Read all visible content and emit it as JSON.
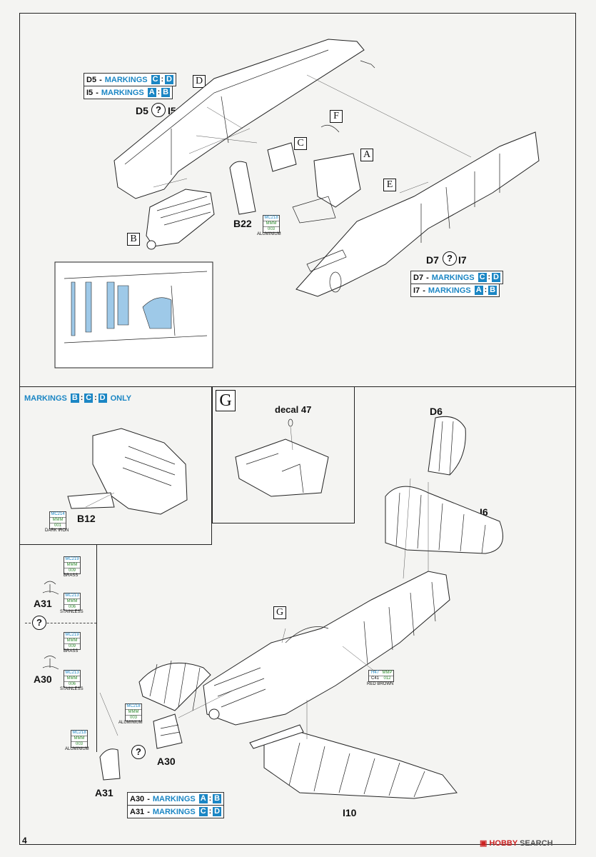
{
  "page": {
    "number": "4",
    "watermark_hobby": "HOBBY",
    "watermark_search": "SEARCH"
  },
  "top": {
    "markings_d5": {
      "code": "D5",
      "word": "MARKINGS",
      "l1": "C",
      "l2": "D"
    },
    "markings_i5": {
      "code": "I5",
      "word": "MARKINGS",
      "l1": "A",
      "l2": "B"
    },
    "label_d5": "D5",
    "label_i5": "I5",
    "box_d": "D",
    "box_f": "F",
    "box_c": "C",
    "box_a": "A",
    "box_e": "E",
    "box_b": "B",
    "part_b22": "B22",
    "b22_color": {
      "c1": "MC218",
      "c2": "MMM",
      "c3": "003",
      "name": "ALUMINIUM"
    },
    "label_d7": "D7",
    "label_i7": "I7",
    "markings_d7": {
      "code": "D7",
      "word": "MARKINGS",
      "l1": "C",
      "l2": "D"
    },
    "markings_i7": {
      "code": "I7",
      "word": "MARKINGS",
      "l1": "A",
      "l2": "B"
    }
  },
  "middle": {
    "markings_bcd": {
      "word": "MARKINGS",
      "l1": "B",
      "l2": "C",
      "l3": "D",
      "suffix": "ONLY"
    },
    "part_b12": "B12",
    "b12_color": {
      "c1": "MC214",
      "c2": "MMM",
      "c3": "001",
      "name": "DARK IRON"
    },
    "box_g": "G",
    "decal": "decal 47",
    "label_d6": "D6",
    "label_i6": "I6"
  },
  "bottom": {
    "a31_color1": {
      "c1": "MC219",
      "c2": "MMM",
      "c3": "009",
      "name": "BRASS"
    },
    "a31_color2": {
      "c1": "MC213",
      "c2": "MMM",
      "c3": "006",
      "name": "STAINLESS"
    },
    "part_a31_top": "A31",
    "a30_color1": {
      "c1": "MC219",
      "c2": "MMM",
      "c3": "009",
      "name": "BRASS"
    },
    "a30_color2": {
      "c1": "MC213",
      "c2": "MMM",
      "c3": "006",
      "name": "STAINLESS"
    },
    "part_a30_top": "A30",
    "box_g": "G",
    "red_brown": {
      "c1": "H47",
      "c2": "MMP",
      "c3": "C41",
      "c4": "012",
      "name": "RED BROWN"
    },
    "alu_1": {
      "c1": "MC218",
      "c2": "MMM",
      "c3": "003",
      "name": "ALUMINIUM"
    },
    "alu_2": {
      "c1": "MC218",
      "c2": "MMM",
      "c3": "003",
      "name": "ALUMINIUM"
    },
    "part_a30": "A30",
    "part_a31": "A31",
    "markings_a30": {
      "code": "A30",
      "word": "MARKINGS",
      "l1": "A",
      "l2": "B"
    },
    "markings_a31": {
      "code": "A31",
      "word": "MARKINGS",
      "l1": "C",
      "l2": "D"
    },
    "label_i10": "I10"
  }
}
